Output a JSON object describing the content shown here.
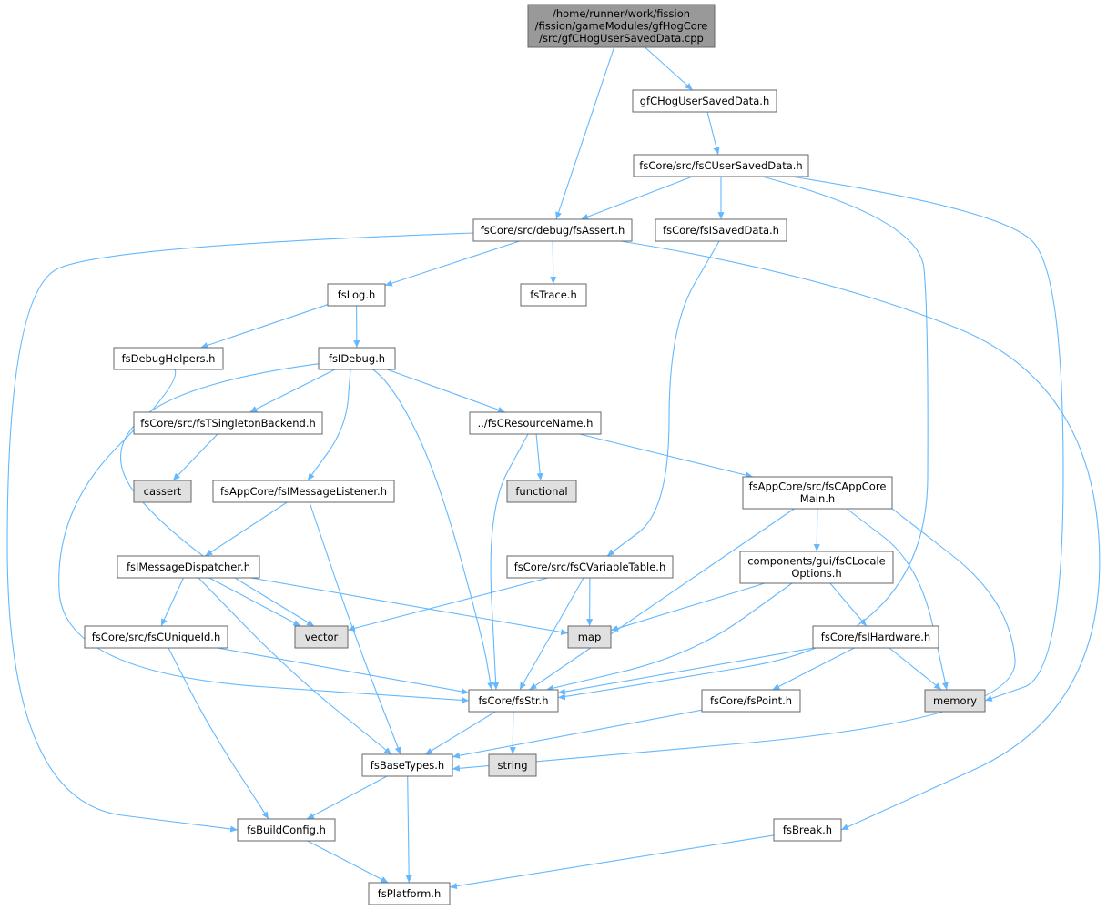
{
  "colors": {
    "edge": "#63b8ff",
    "root_fill": "#999999",
    "normal_fill": "#ffffff",
    "system_fill": "#e0e0e0",
    "border": "#666666"
  },
  "nodes": [
    {
      "id": "root",
      "lines": [
        "/home/runner/work/fission",
        "/fission/gameModules/gfHogCore",
        "/src/gfCHogUserSavedData.cpp"
      ],
      "kind": "root"
    },
    {
      "id": "gfCHogUserSavedData",
      "lines": [
        "gfCHogUserSavedData.h"
      ],
      "kind": "normal"
    },
    {
      "id": "fsCUserSavedData",
      "lines": [
        "fsCore/src/fsCUserSavedData.h"
      ],
      "kind": "normal"
    },
    {
      "id": "fsAssert",
      "lines": [
        "fsCore/src/debug/fsAssert.h"
      ],
      "kind": "normal"
    },
    {
      "id": "fsISavedData",
      "lines": [
        "fsCore/fsISavedData.h"
      ],
      "kind": "normal"
    },
    {
      "id": "fsLog",
      "lines": [
        "fsLog.h"
      ],
      "kind": "normal"
    },
    {
      "id": "fsTrace",
      "lines": [
        "fsTrace.h"
      ],
      "kind": "normal"
    },
    {
      "id": "fsDebugHelpers",
      "lines": [
        "fsDebugHelpers.h"
      ],
      "kind": "normal"
    },
    {
      "id": "fsIDebug",
      "lines": [
        "fsIDebug.h"
      ],
      "kind": "normal"
    },
    {
      "id": "fsTSingletonBackend",
      "lines": [
        "fsCore/src/fsTSingletonBackend.h"
      ],
      "kind": "normal"
    },
    {
      "id": "fsCResourceName",
      "lines": [
        "../fsCResourceName.h"
      ],
      "kind": "normal"
    },
    {
      "id": "cassert",
      "lines": [
        "cassert"
      ],
      "kind": "system"
    },
    {
      "id": "fsIMessageListener",
      "lines": [
        "fsAppCore/fsIMessageListener.h"
      ],
      "kind": "normal"
    },
    {
      "id": "functional",
      "lines": [
        "functional"
      ],
      "kind": "system"
    },
    {
      "id": "fsCAppCoreMain",
      "lines": [
        "fsAppCore/src/fsCAppCore",
        "Main.h"
      ],
      "kind": "normal"
    },
    {
      "id": "fsIMessageDispatcher",
      "lines": [
        "fsIMessageDispatcher.h"
      ],
      "kind": "normal"
    },
    {
      "id": "fsCVariableTable",
      "lines": [
        "fsCore/src/fsCVariableTable.h"
      ],
      "kind": "normal"
    },
    {
      "id": "fsCLocaleOptions",
      "lines": [
        "components/gui/fsCLocale",
        "Options.h"
      ],
      "kind": "normal"
    },
    {
      "id": "fsCUniqueId",
      "lines": [
        "fsCore/src/fsCUniqueId.h"
      ],
      "kind": "normal"
    },
    {
      "id": "vector",
      "lines": [
        "vector"
      ],
      "kind": "system"
    },
    {
      "id": "map",
      "lines": [
        "map"
      ],
      "kind": "system"
    },
    {
      "id": "fsIHardware",
      "lines": [
        "fsCore/fsIHardware.h"
      ],
      "kind": "normal"
    },
    {
      "id": "fsStr",
      "lines": [
        "fsCore/fsStr.h"
      ],
      "kind": "normal"
    },
    {
      "id": "fsPoint",
      "lines": [
        "fsCore/fsPoint.h"
      ],
      "kind": "normal"
    },
    {
      "id": "memory",
      "lines": [
        "memory"
      ],
      "kind": "system"
    },
    {
      "id": "fsBaseTypes",
      "lines": [
        "fsBaseTypes.h"
      ],
      "kind": "normal"
    },
    {
      "id": "string",
      "lines": [
        "string"
      ],
      "kind": "system"
    },
    {
      "id": "fsBuildConfig",
      "lines": [
        "fsBuildConfig.h"
      ],
      "kind": "normal"
    },
    {
      "id": "fsBreak",
      "lines": [
        "fsBreak.h"
      ],
      "kind": "normal"
    },
    {
      "id": "fsPlatform",
      "lines": [
        "fsPlatform.h"
      ],
      "kind": "normal"
    }
  ],
  "edges": [
    [
      "root",
      "gfCHogUserSavedData"
    ],
    [
      "root",
      "fsAssert"
    ],
    [
      "gfCHogUserSavedData",
      "fsCUserSavedData"
    ],
    [
      "fsCUserSavedData",
      "fsAssert"
    ],
    [
      "fsCUserSavedData",
      "fsISavedData"
    ],
    [
      "fsCUserSavedData",
      "fsStr"
    ],
    [
      "fsCUserSavedData",
      "memory"
    ],
    [
      "fsAssert",
      "fsLog"
    ],
    [
      "fsAssert",
      "fsTrace"
    ],
    [
      "fsAssert",
      "fsBuildConfig"
    ],
    [
      "fsAssert",
      "fsBreak"
    ],
    [
      "fsISavedData",
      "fsCVariableTable"
    ],
    [
      "fsLog",
      "fsDebugHelpers"
    ],
    [
      "fsLog",
      "fsIDebug"
    ],
    [
      "fsDebugHelpers",
      "fsStr"
    ],
    [
      "fsIDebug",
      "fsTSingletonBackend"
    ],
    [
      "fsIDebug",
      "fsCResourceName"
    ],
    [
      "fsIDebug",
      "fsIMessageListener"
    ],
    [
      "fsIDebug",
      "vector"
    ],
    [
      "fsIDebug",
      "fsStr"
    ],
    [
      "fsTSingletonBackend",
      "cassert"
    ],
    [
      "fsCResourceName",
      "functional"
    ],
    [
      "fsCResourceName",
      "fsCAppCoreMain"
    ],
    [
      "fsCResourceName",
      "fsStr"
    ],
    [
      "fsIMessageListener",
      "fsIMessageDispatcher"
    ],
    [
      "fsIMessageListener",
      "fsBaseTypes"
    ],
    [
      "fsCAppCoreMain",
      "fsCLocaleOptions"
    ],
    [
      "fsCAppCoreMain",
      "fsStr"
    ],
    [
      "fsCAppCoreMain",
      "memory"
    ],
    [
      "fsCAppCoreMain",
      "fsBaseTypes"
    ],
    [
      "fsIMessageDispatcher",
      "fsCUniqueId"
    ],
    [
      "fsIMessageDispatcher",
      "vector"
    ],
    [
      "fsIMessageDispatcher",
      "map"
    ],
    [
      "fsIMessageDispatcher",
      "fsBaseTypes"
    ],
    [
      "fsCVariableTable",
      "vector"
    ],
    [
      "fsCVariableTable",
      "map"
    ],
    [
      "fsCVariableTable",
      "fsStr"
    ],
    [
      "fsCLocaleOptions",
      "map"
    ],
    [
      "fsCLocaleOptions",
      "fsIHardware"
    ],
    [
      "fsCLocaleOptions",
      "fsStr"
    ],
    [
      "fsCUniqueId",
      "fsStr"
    ],
    [
      "fsCUniqueId",
      "fsBuildConfig"
    ],
    [
      "fsIHardware",
      "fsPoint"
    ],
    [
      "fsIHardware",
      "memory"
    ],
    [
      "fsIHardware",
      "fsStr"
    ],
    [
      "fsStr",
      "fsBaseTypes"
    ],
    [
      "fsStr",
      "string"
    ],
    [
      "fsPoint",
      "fsBaseTypes"
    ],
    [
      "fsBaseTypes",
      "fsBuildConfig"
    ],
    [
      "fsBaseTypes",
      "fsPlatform"
    ],
    [
      "fsBuildConfig",
      "fsPlatform"
    ],
    [
      "fsBreak",
      "fsPlatform"
    ]
  ]
}
